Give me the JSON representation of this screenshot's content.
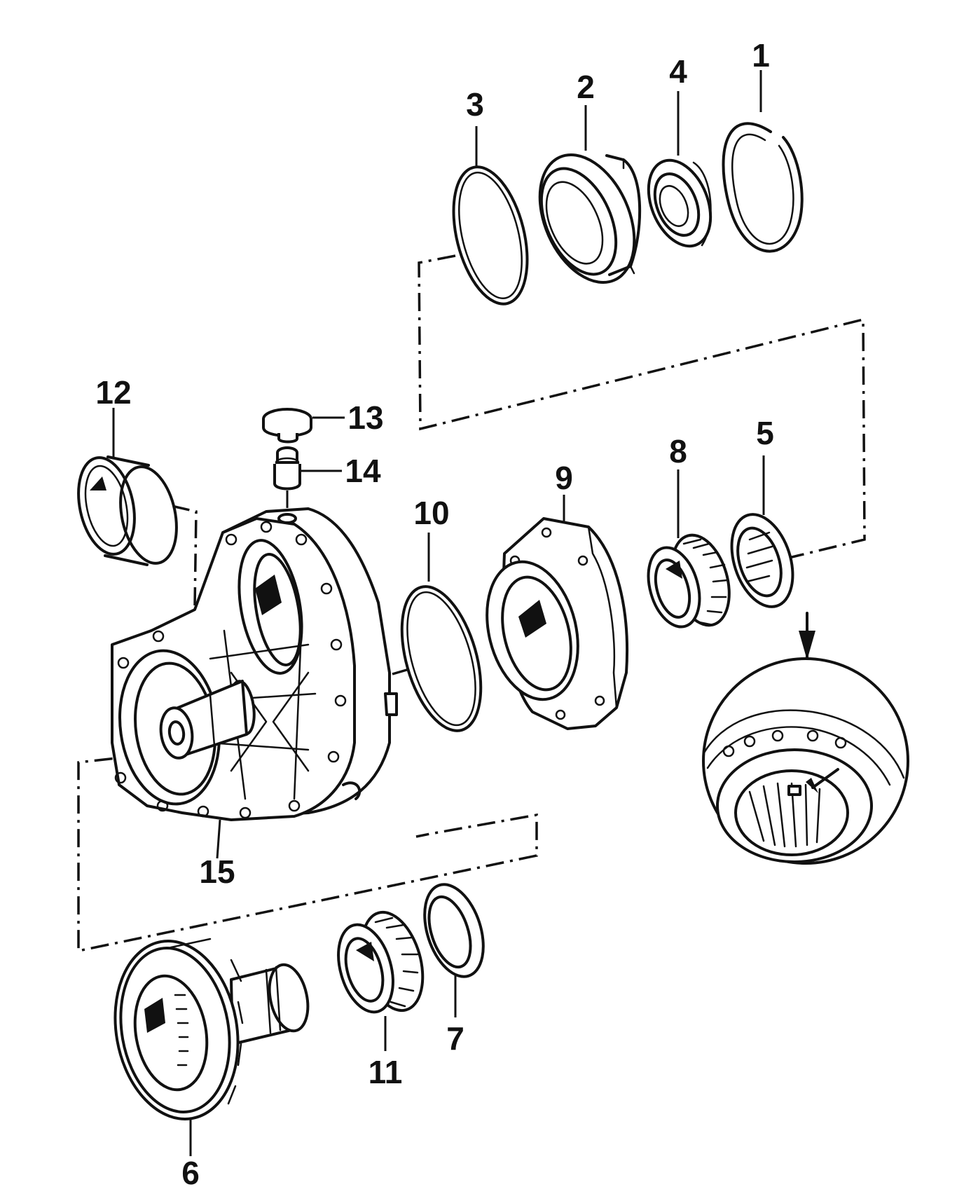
{
  "labels": {
    "p1": "1",
    "p2": "2",
    "p3": "3",
    "p4": "4",
    "p5": "5",
    "p6": "6",
    "p7": "7",
    "p8": "8",
    "p9": "9",
    "p10": "10",
    "p11": "11",
    "p12": "12",
    "p13": "13",
    "p14": "14",
    "p15": "15"
  },
  "colors": {
    "ink": "#111111",
    "background": "#ffffff"
  }
}
